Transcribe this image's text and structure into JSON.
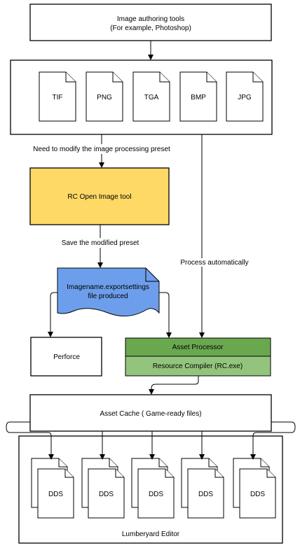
{
  "nodes": {
    "authoring_line1": "Image authoring tools",
    "authoring_line2": "(For example, Photoshop)",
    "formats": [
      "TIF",
      "PNG",
      "TGA",
      "BMP",
      "JPG"
    ],
    "rc_tool": "RC Open Image tool",
    "settings_line1": "Imagename.exportsettings",
    "settings_line2": "file produced",
    "perforce": "Perforce",
    "asset_processor": "Asset Processor",
    "resource_compiler": "Resource Compiler (RC.exe)",
    "asset_cache": "Asset Cache ( Game-ready files)",
    "dds_label": "DDS",
    "editor": "Lumberyard Editor"
  },
  "edges": {
    "modify_preset": "Need to modify the image processing preset",
    "save_preset": "Save the modified preset",
    "process_auto": "Process automatically"
  },
  "colors": {
    "rc_tool_fill": "#FFD966",
    "rc_tool_stroke": "#000000",
    "settings_fill": "#6D9EEB",
    "asset_processor_fill": "#6AA84F",
    "resource_compiler_fill": "#93C47D"
  }
}
